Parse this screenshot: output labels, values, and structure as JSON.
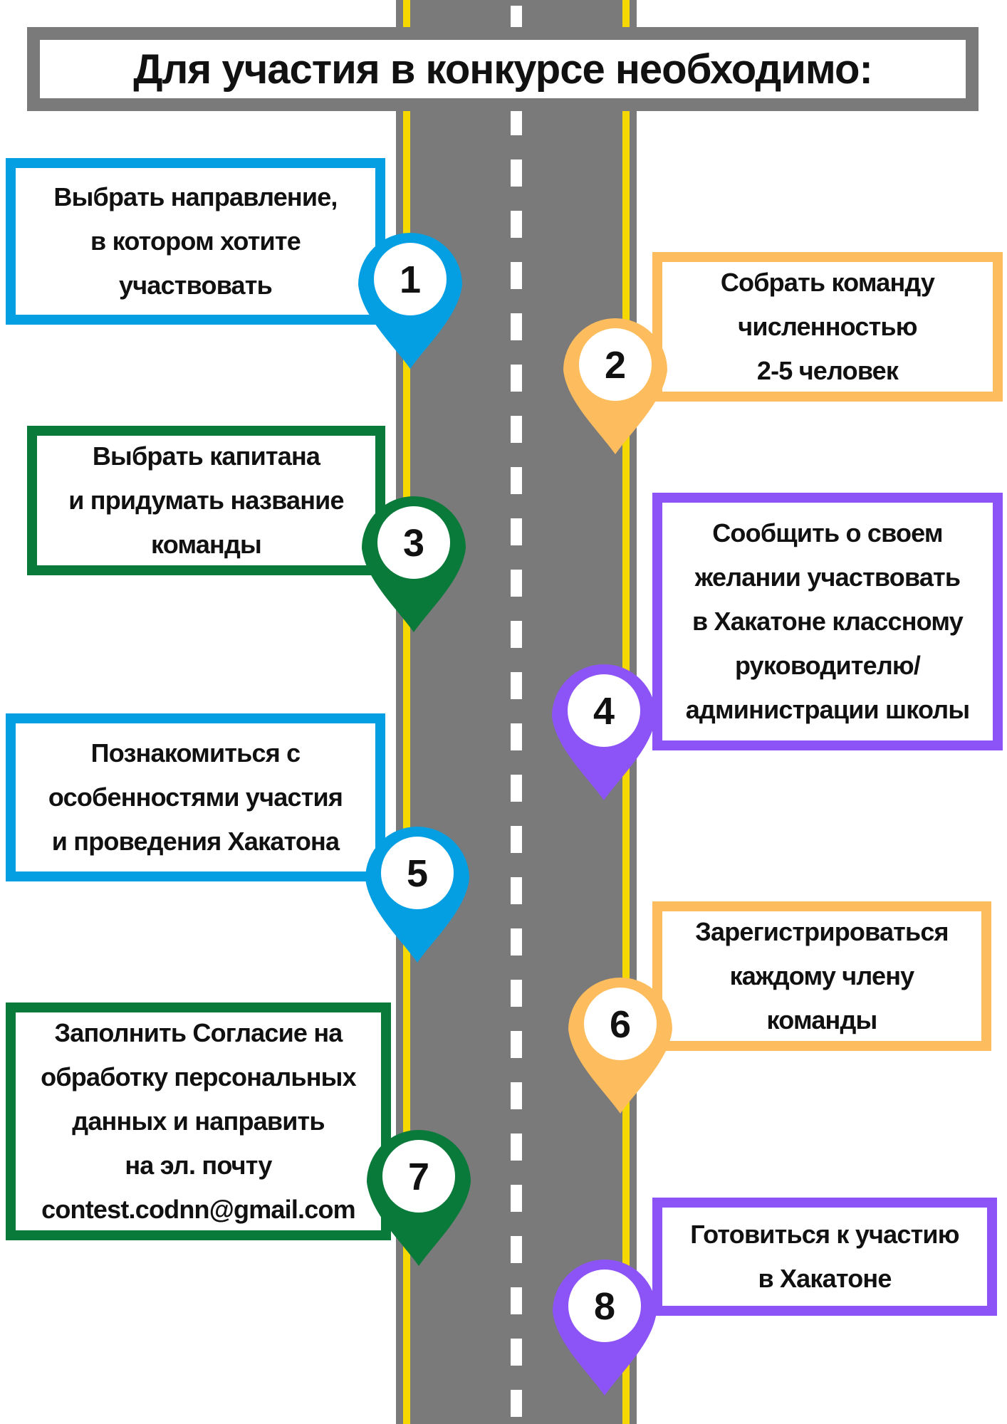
{
  "title": "Для участия в конкурсе необходимо:",
  "colors": {
    "road": "#7a7a7a",
    "edge_line": "#f5d800",
    "center_dash": "#ffffff",
    "title_border": "#7a7a7a",
    "blue": "#049fe2",
    "orange": "#fdbd5e",
    "green": "#0a7a3a",
    "purple": "#8c54f7"
  },
  "steps": [
    {
      "number": "1",
      "color": "blue",
      "lines": [
        "Выбрать направление,",
        "в котором хотите",
        "участвовать"
      ]
    },
    {
      "number": "2",
      "color": "orange",
      "lines": [
        "Собрать команду",
        "численностью",
        "2-5 человек"
      ]
    },
    {
      "number": "3",
      "color": "green",
      "lines": [
        "Выбрать капитана",
        "и придумать название",
        "команды"
      ]
    },
    {
      "number": "4",
      "color": "purple",
      "lines": [
        "Сообщить о своем",
        "желании участвовать",
        "в Хакатоне классному",
        "руководителю/",
        "администрации школы"
      ]
    },
    {
      "number": "5",
      "color": "blue",
      "lines": [
        "Познакомиться с",
        "особенностями участия",
        "и проведения Хакатона"
      ]
    },
    {
      "number": "6",
      "color": "orange",
      "lines": [
        "Зарегистрироваться",
        "каждому члену",
        "команды"
      ]
    },
    {
      "number": "7",
      "color": "green",
      "lines": [
        "Заполнить Согласие на",
        "обработку персональных",
        "данных и направить",
        "на эл. почту",
        "contest.codnn@gmail.com"
      ]
    },
    {
      "number": "8",
      "color": "purple",
      "lines": [
        "Готовиться к участию",
        "в Хакатоне"
      ]
    }
  ]
}
